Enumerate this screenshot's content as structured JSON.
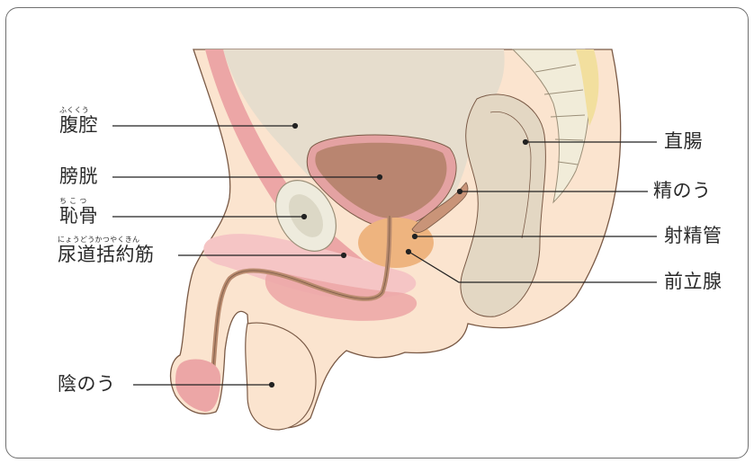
{
  "colors": {
    "skin": "#fbe4cf",
    "skin_outline": "#7a5a46",
    "cavity": "#e6ddcd",
    "muscle": "#eca6a6",
    "muscle_light": "#f5c5c5",
    "bladder": "#b98570",
    "bladder_wall": "#e4a2a2",
    "prostate": "#eeb47f",
    "urethra": "#b88a6e",
    "rectum": "#e3d7c3",
    "bone": "#eeebdd",
    "spine": "#f1ecd9",
    "leader": "#222222"
  },
  "labels": {
    "abdominal_cavity": {
      "text": "腹腔",
      "ruby": "ふくくう"
    },
    "bladder": {
      "text": "膀胱"
    },
    "pubic_bone": {
      "text": "恥骨",
      "ruby": "ち こ つ"
    },
    "urethral_sphincter": {
      "text": "尿道括約筋",
      "ruby": "にょうどうかつやくきん"
    },
    "scrotum": {
      "text": "陰のう"
    },
    "rectum": {
      "text": "直腸"
    },
    "seminal_vesicle": {
      "text": "精のう"
    },
    "ejaculatory_duct": {
      "text": "射精管"
    },
    "prostate": {
      "text": "前立腺"
    }
  }
}
